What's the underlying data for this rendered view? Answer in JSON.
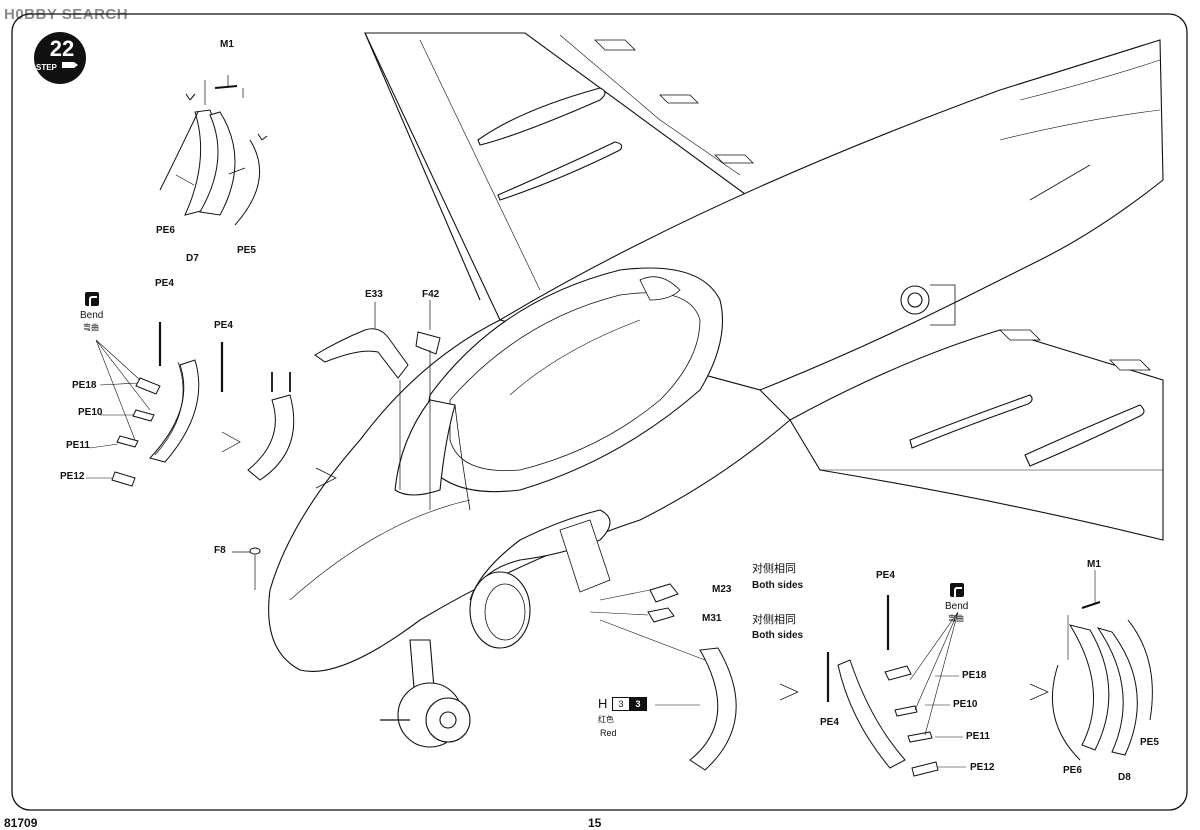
{
  "watermark": "H0BBY SEARCH",
  "step": {
    "number": "22",
    "label": "STEP"
  },
  "footer": {
    "kit_number": "81709",
    "page_number": "15"
  },
  "labels": {
    "m1_top": "M1",
    "pe6_top": "PE6",
    "d7": "D7",
    "pe5_top": "PE5",
    "pe4_a": "PE4",
    "pe4_b": "PE4",
    "pe18_left": "PE18",
    "pe10_left": "PE10",
    "pe11_left": "PE11",
    "pe12_left": "PE12",
    "e33": "E33",
    "f42": "F42",
    "f8": "F8",
    "m23": "M23",
    "m31": "M31",
    "pe4_c": "PE4",
    "pe4_d": "PE4",
    "pe18_right": "PE18",
    "pe10_right": "PE10",
    "pe11_right": "PE11",
    "pe12_right": "PE12",
    "m1_bottom": "M1",
    "pe6_bottom": "PE6",
    "d8": "D8",
    "pe5_bottom": "PE5"
  },
  "bend_left": {
    "en": "Bend",
    "cn": "弯曲"
  },
  "bend_right": {
    "en": "Bend",
    "cn": "弯曲"
  },
  "note_m23": {
    "cn": "对侧相同",
    "en": "Both sides"
  },
  "note_m31": {
    "cn": "对侧相同",
    "en": "Both sides"
  },
  "paint": {
    "letter": "H",
    "code1": "3",
    "code2": "3",
    "cn": "红色",
    "en": "Red"
  }
}
